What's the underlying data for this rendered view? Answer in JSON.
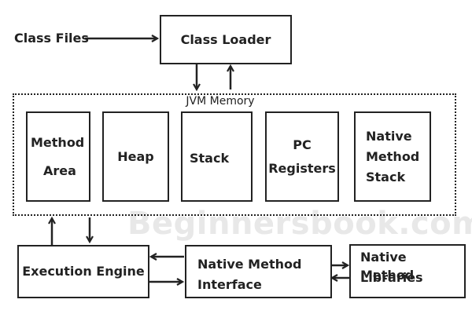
{
  "diagram": {
    "class_files": "Class Files",
    "class_loader": "Class Loader",
    "jvm_memory": "JVM Memory",
    "method_area": {
      "line1": "Method",
      "line2": "Area"
    },
    "heap": "Heap",
    "stack": "Stack",
    "pc_registers": {
      "line1": "PC",
      "line2": "Registers"
    },
    "native_method_stack": {
      "line1": "Native",
      "line2": "Method",
      "line3": "Stack"
    },
    "execution_engine": "Execution Engine",
    "native_method_interface": {
      "line1": "Native Method",
      "line2": "Interface"
    },
    "native_method_libraries": {
      "line1": "Native Method",
      "line2": "Libraries"
    },
    "watermark": "Beginnersbook.com"
  }
}
